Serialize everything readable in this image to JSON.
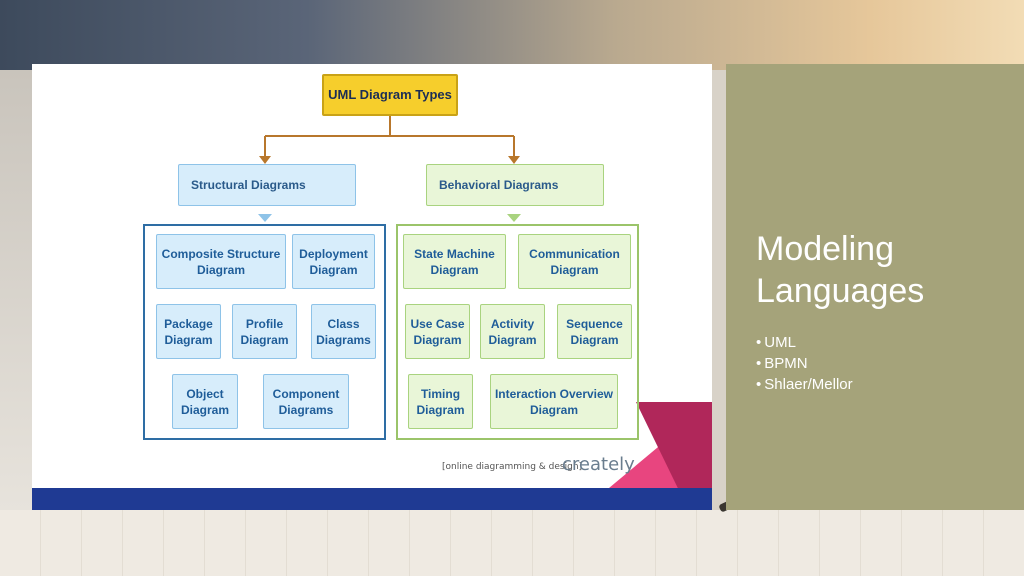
{
  "diagram": {
    "root": "UML Diagram Types",
    "structural": {
      "header": "Structural Diagrams",
      "items": [
        "Composite Structure Diagram",
        "Deployment Diagram",
        "Package Diagram",
        "Profile Diagram",
        "Class Diagrams",
        "Object Diagram",
        "Component Diagrams"
      ]
    },
    "behavioral": {
      "header": "Behavioral Diagrams",
      "items": [
        "State Machine Diagram",
        "Communication Diagram",
        "Use Case Diagram",
        "Activity Diagram",
        "Sequence Diagram",
        "Timing Diagram",
        "Interaction Overview Diagram"
      ]
    },
    "credit": "[online diagramming & design]",
    "credit_brand": "creately"
  },
  "panel": {
    "title": "Modeling Languages",
    "bullets": [
      "UML",
      "BPMN",
      "Shlaer/Mellor"
    ]
  },
  "colors": {
    "root": "#f6ce2c",
    "structural": "#d7edfb",
    "behavioral": "#e9f6d8",
    "panel": "#a5a37a",
    "footer": "#1f3a93"
  }
}
